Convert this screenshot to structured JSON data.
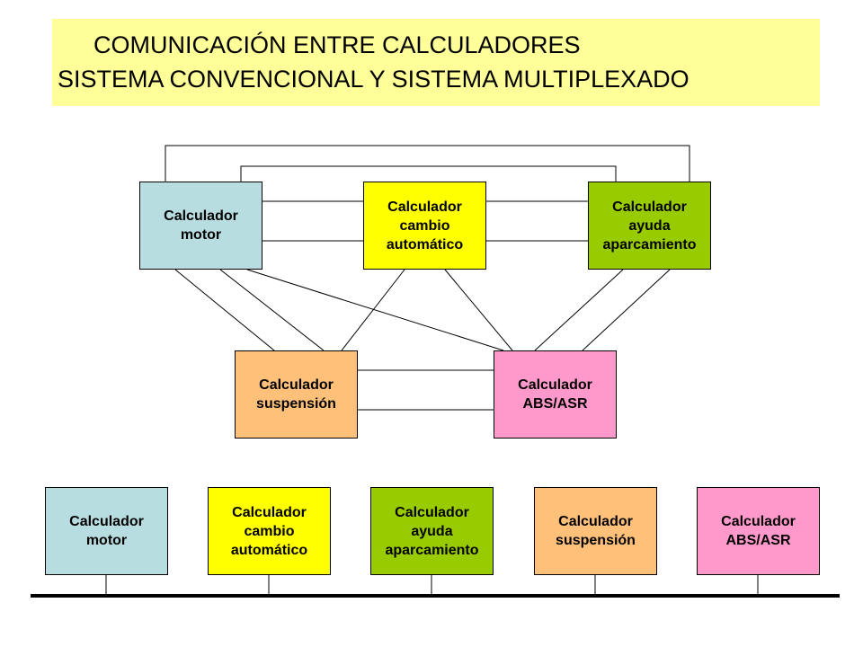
{
  "title": {
    "line1": "COMUNICACIÓN ENTRE CALCULADORES",
    "line2": "SISTEMA CONVENCIONAL Y SISTEMA MULTIPLEXADO"
  },
  "colors": {
    "title_band": "#ffff99",
    "motor": "#b7dde1",
    "cambio": "#ffff00",
    "ayuda": "#99cc00",
    "suspension": "#ffc07a",
    "abs": "#ff99cc"
  },
  "conventional": {
    "motor": "Calculador\nmotor",
    "cambio": "Calculador\ncambio\nautomático",
    "ayuda": "Calculador\nayuda\naparcamiento",
    "suspension": "Calculador\nsuspensión",
    "abs": "Calculador\nABS/ASR"
  },
  "multiplexed": {
    "motor": "Calculador\nmotor",
    "cambio": "Calculador\ncambio\nautomático",
    "ayuda": "Calculador\nayuda\naparcamiento",
    "suspension": "Calculador\nsuspensión",
    "abs": "Calculador\nABS/ASR"
  }
}
